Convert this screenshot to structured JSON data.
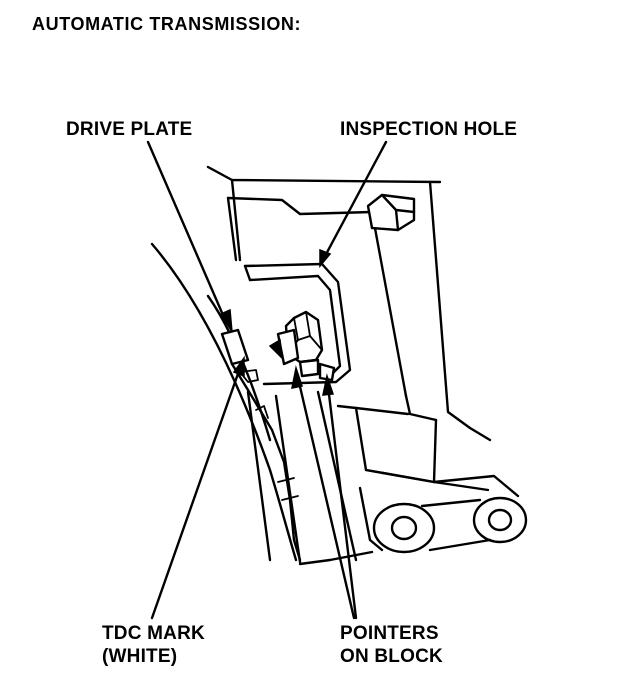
{
  "title": "AUTOMATIC TRANSMISSION:",
  "labels": {
    "drive_plate": "DRIVE PLATE",
    "inspection_hole": "INSPECTION HOLE",
    "tdc_mark_line1": "TDC MARK",
    "tdc_mark_line2": "(WHITE)",
    "pointers_line1": "POINTERS",
    "pointers_line2": "ON BLOCK"
  },
  "colors": {
    "ink": "#000000",
    "paper": "#ffffff"
  }
}
